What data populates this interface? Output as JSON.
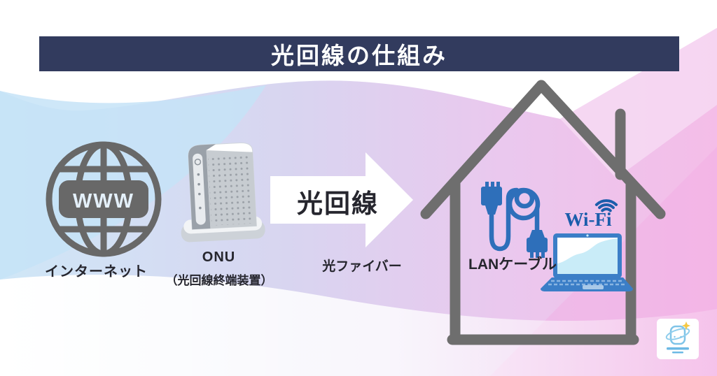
{
  "title": "光回線の仕組み",
  "internet": {
    "label": "インターネット",
    "globe_text": "WWW"
  },
  "onu": {
    "name": "ONU",
    "description": "（光回線終端装置）"
  },
  "connection": {
    "arrow_label": "光回線",
    "cable_label": "光ファイバー"
  },
  "house": {
    "lan_label": "LANケーブル",
    "wifi_label": "Wi-Fi"
  },
  "icons": [
    "internet-globe-icon",
    "onu-device-icon",
    "fiber-arrow",
    "house-icon",
    "lan-cable-icon",
    "wifi-signal-icon",
    "laptop-icon",
    "brand-logo"
  ],
  "colors": {
    "banner_navy": "#323b5e",
    "title_text": "#ffffff",
    "house_gray": "#6e6e6e",
    "globe_gray": "#686868",
    "device_blue": "#2e6fba",
    "wifi_blue": "#1b5dab",
    "laptop_blue": "#3b7ec7",
    "laptop_screen": "#c9ecf8",
    "label_text": "#26262e",
    "arrow_white": "#ffffff",
    "bg_blue": "#cfe7f7",
    "bg_lavender": "#d8d5f0",
    "bg_pink": "#f4bde8"
  }
}
